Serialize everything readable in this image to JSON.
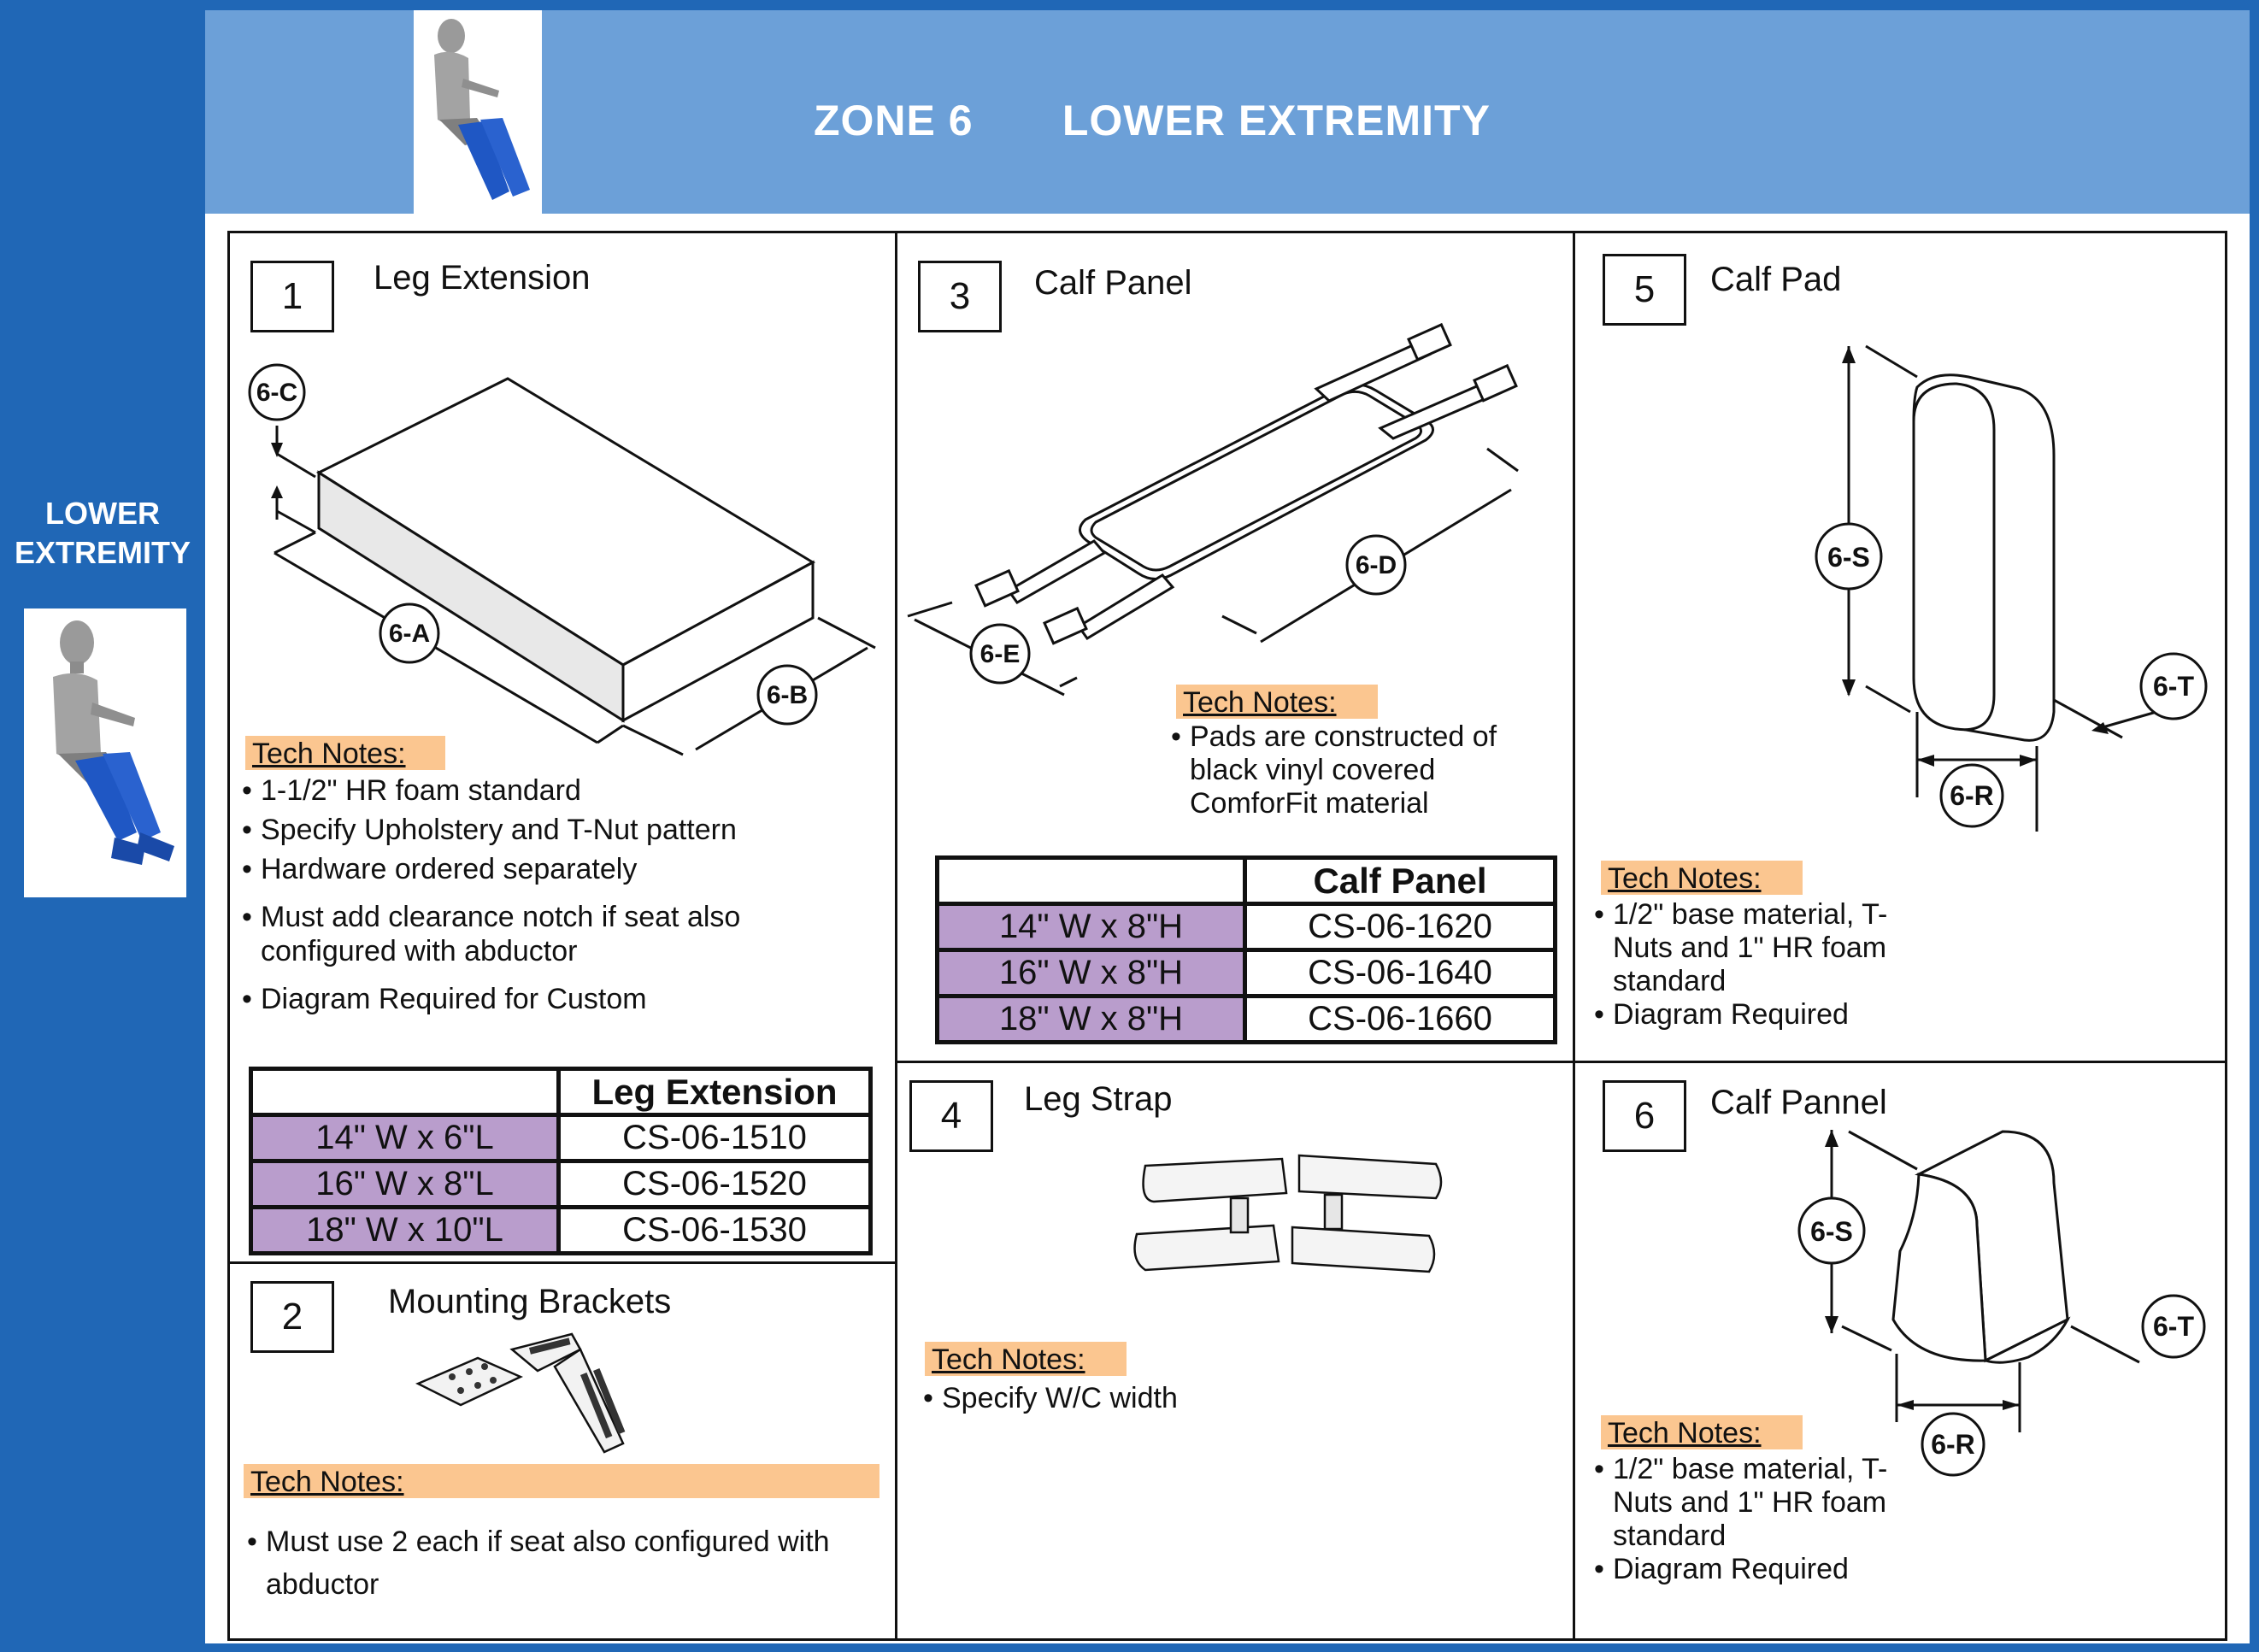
{
  "sidebar": {
    "label_line1": "LOWER",
    "label_line2": "EXTREMITY"
  },
  "header": {
    "zone": "ZONE 6",
    "title": "LOWER EXTREMITY"
  },
  "tech_notes_label": "Tech Notes:",
  "panels": {
    "p1": {
      "number": "1",
      "title": "Leg Extension",
      "callouts": [
        "6-C",
        "6-A",
        "6-B"
      ],
      "notes": [
        "1-1/2\" HR foam standard",
        "Specify Upholstery and T-Nut pattern",
        "Hardware ordered separately",
        "Must add clearance notch if seat also configured with abductor",
        "Diagram Required for Custom"
      ],
      "table": {
        "header": "Leg Extension",
        "rows": [
          {
            "size": "14\" W x 6\"L",
            "code": "CS-06-1510"
          },
          {
            "size": "16\" W x 8\"L",
            "code": "CS-06-1520"
          },
          {
            "size": "18\" W x 10\"L",
            "code": "CS-06-1530"
          }
        ]
      }
    },
    "p2": {
      "number": "2",
      "title": "Mounting Brackets",
      "notes": [
        "Must use 2 each if seat also configured with abductor"
      ]
    },
    "p3": {
      "number": "3",
      "title": "Calf Panel",
      "callouts": [
        "6-D",
        "6-E"
      ],
      "notes": [
        "Pads are constructed of black vinyl covered ComforFit material"
      ],
      "table": {
        "header": "Calf Panel",
        "rows": [
          {
            "size": "14\" W x 8\"H",
            "code": "CS-06-1620"
          },
          {
            "size": "16\" W x 8\"H",
            "code": "CS-06-1640"
          },
          {
            "size": "18\" W x 8\"H",
            "code": "CS-06-1660"
          }
        ]
      }
    },
    "p4": {
      "number": "4",
      "title": "Leg Strap",
      "notes": [
        "Specify W/C width"
      ]
    },
    "p5": {
      "number": "5",
      "title": "Calf Pad",
      "callouts": [
        "6-S",
        "6-T",
        "6-R"
      ],
      "notes": [
        "1/2\" base material, T-Nuts and 1\" HR foam standard",
        "Diagram Required"
      ]
    },
    "p6": {
      "number": "6",
      "title": "Calf Pannel",
      "callouts": [
        "6-S",
        "6-T",
        "6-R"
      ],
      "notes": [
        "1/2\" base material, T-Nuts and 1\" HR foam standard",
        "Diagram Required"
      ]
    }
  },
  "colors": {
    "sidebar_blue": "#2067b6",
    "banner_blue": "#6ca0d8",
    "tech_note_orange": "#fbc690",
    "size_cell_purple": "#b99dcc",
    "figure_blue": "#1f57c4"
  }
}
